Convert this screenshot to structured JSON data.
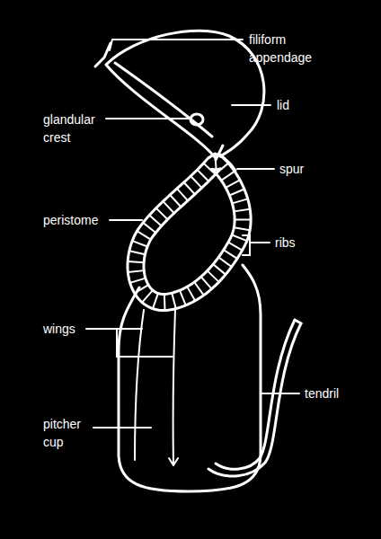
{
  "diagram": {
    "labels": [
      "filiform appendage",
      "lid",
      "glandular crest",
      "spur",
      "peristome",
      "ribs",
      "wings",
      "tendril",
      "pitcher cup"
    ]
  }
}
